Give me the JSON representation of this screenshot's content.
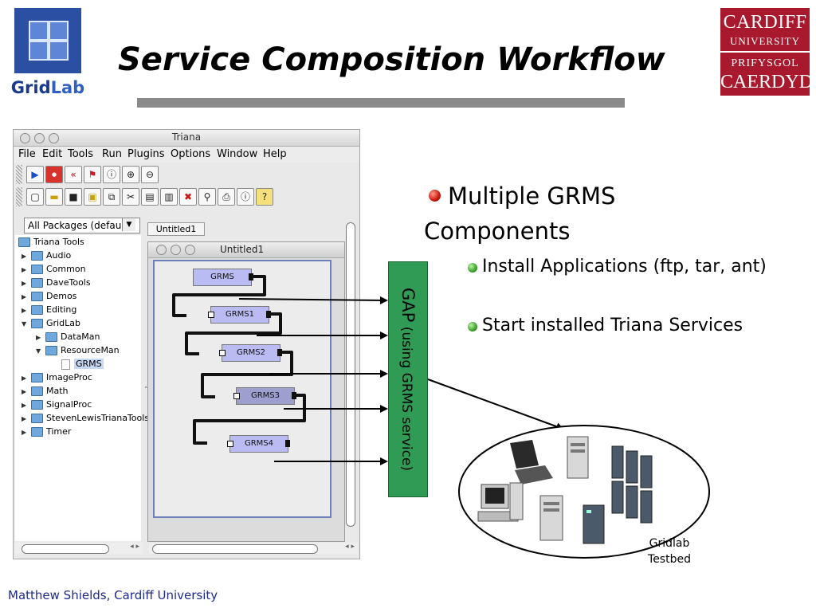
{
  "header": {
    "title": "Service Composition Workflow",
    "gridlab_logo": {
      "part1": "Grid",
      "part2": "Lab"
    },
    "cardiff_logo": {
      "line1": "CARDIFF",
      "line2": "UNIVERSITY",
      "line3": "PRIFYSGOL",
      "line4": "CAERDYDD"
    }
  },
  "triana": {
    "window_title": "Triana",
    "menu": [
      "File",
      "Edit",
      "Tools",
      "Run",
      "Plugins",
      "Options",
      "Window",
      "Help"
    ],
    "package_selector": "All Packages (defaul",
    "tree": [
      {
        "label": "Triana Tools",
        "level": 0,
        "expanded": true
      },
      {
        "label": "Audio",
        "level": 1
      },
      {
        "label": "Common",
        "level": 1
      },
      {
        "label": "DaveTools",
        "level": 1
      },
      {
        "label": "Demos",
        "level": 1
      },
      {
        "label": "Editing",
        "level": 1
      },
      {
        "label": "GridLab",
        "level": 1,
        "expanded": true
      },
      {
        "label": "DataMan",
        "level": 2
      },
      {
        "label": "ResourceMan",
        "level": 2,
        "expanded": true
      },
      {
        "label": "GRMS",
        "level": 3,
        "selected": true
      },
      {
        "label": "ImageProc",
        "level": 1
      },
      {
        "label": "Math",
        "level": 1
      },
      {
        "label": "SignalProc",
        "level": 1
      },
      {
        "label": "StevenLewisTrianaTools",
        "level": 1
      },
      {
        "label": "Timer",
        "level": 1
      }
    ],
    "tab_label": "Untitled1",
    "canvas_title": "Untitled1",
    "units": [
      "GRMS",
      "GRMS1",
      "GRMS2",
      "GRMS3",
      "GRMS4"
    ]
  },
  "gap_box": {
    "label_main": "GAP",
    "label_sub": "(using GRMS service)",
    "color": "#2f9b55"
  },
  "bullets": {
    "main": "Multiple GRMS Components",
    "sub1": "Install Applications (ftp, tar, ant)",
    "sub2": "Start installed Triana Services"
  },
  "testbed": {
    "line1": "Gridlab",
    "line2": "Testbed"
  },
  "footer": "Matthew Shields, Cardiff University"
}
